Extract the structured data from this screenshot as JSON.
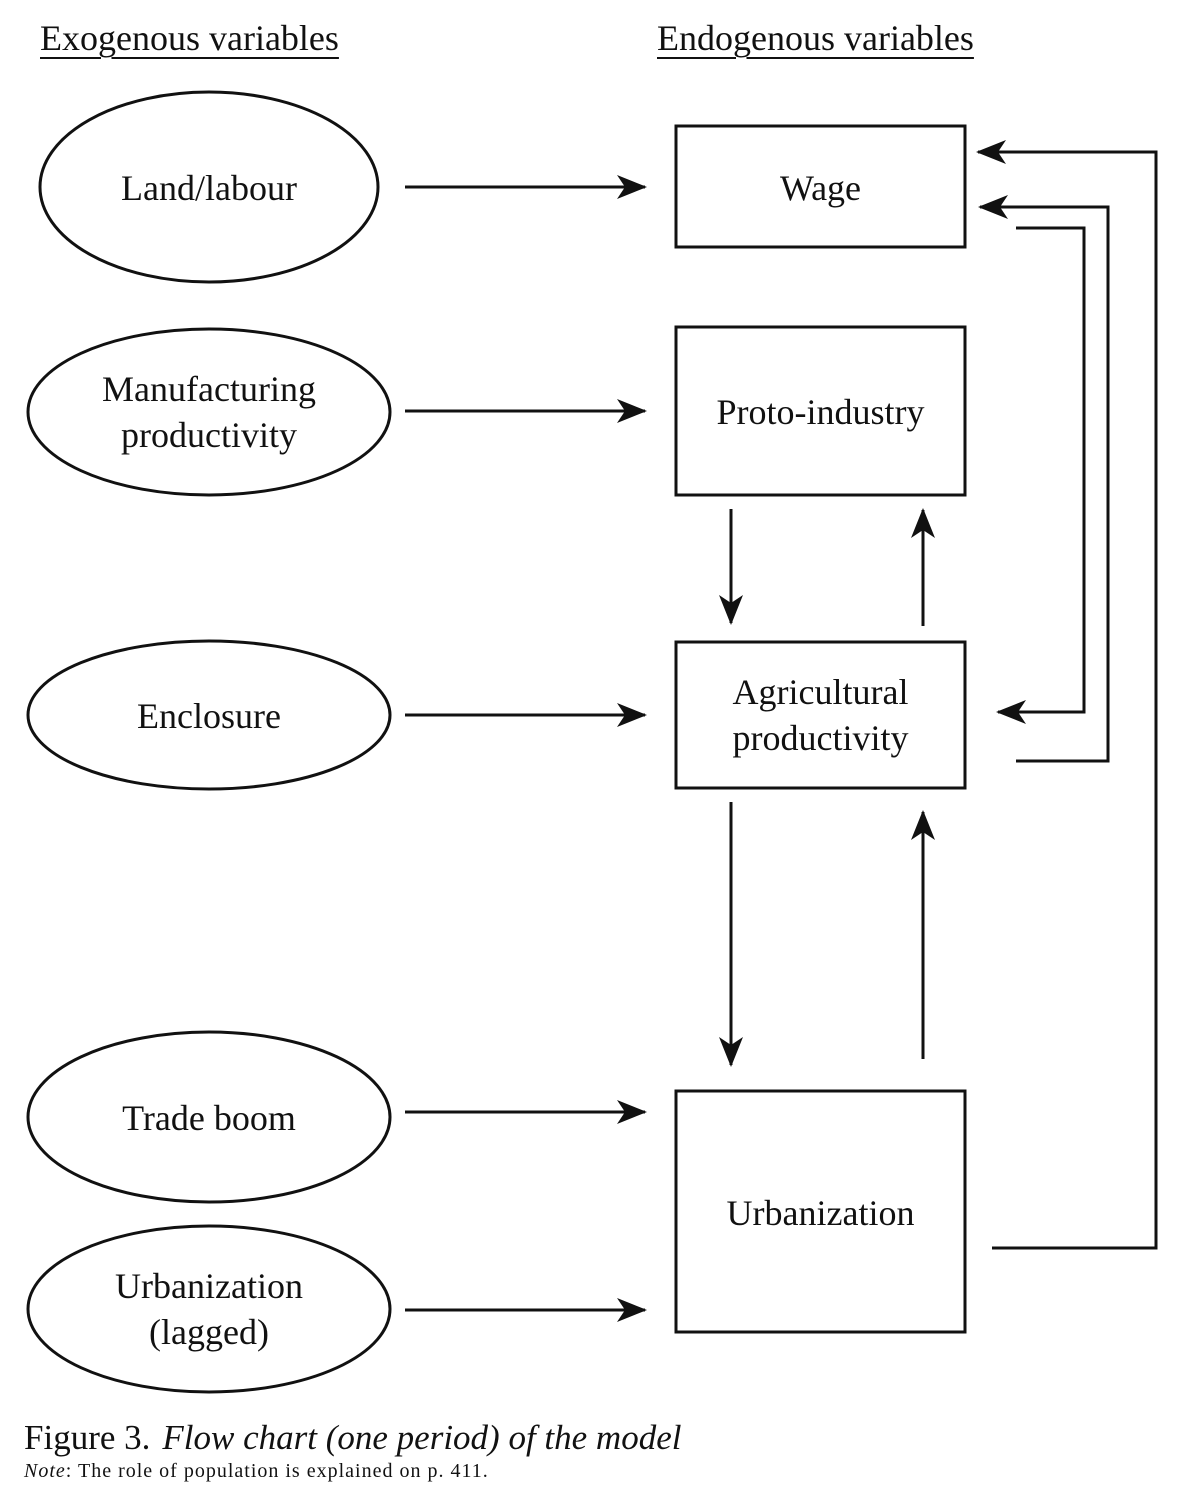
{
  "headers": {
    "exogenous": "Exogenous variables",
    "endogenous": "Endogenous variables"
  },
  "exogenous_nodes": [
    {
      "id": "land-labour",
      "label": "Land/labour"
    },
    {
      "id": "manufacturing-productivity",
      "label": "Manufacturing\nproductivity"
    },
    {
      "id": "enclosure",
      "label": "Enclosure"
    },
    {
      "id": "trade-boom",
      "label": "Trade boom"
    },
    {
      "id": "urbanization-lagged",
      "label": "Urbanization\n(lagged)"
    }
  ],
  "endogenous_nodes": [
    {
      "id": "wage",
      "label": "Wage"
    },
    {
      "id": "proto-industry",
      "label": "Proto-industry"
    },
    {
      "id": "agricultural-productivity",
      "label": "Agricultural\nproductivity"
    },
    {
      "id": "urbanization",
      "label": "Urbanization"
    }
  ],
  "edges": [
    {
      "from": "land-labour",
      "to": "wage"
    },
    {
      "from": "manufacturing-productivity",
      "to": "proto-industry"
    },
    {
      "from": "enclosure",
      "to": "agricultural-productivity"
    },
    {
      "from": "trade-boom",
      "to": "urbanization"
    },
    {
      "from": "urbanization-lagged",
      "to": "urbanization"
    },
    {
      "from": "proto-industry",
      "to": "agricultural-productivity"
    },
    {
      "from": "agricultural-productivity",
      "to": "proto-industry"
    },
    {
      "from": "agricultural-productivity",
      "to": "urbanization"
    },
    {
      "from": "urbanization",
      "to": "agricultural-productivity"
    },
    {
      "from": "wage",
      "to": "agricultural-productivity"
    },
    {
      "from": "agricultural-productivity",
      "to": "wage"
    },
    {
      "from": "urbanization",
      "to": "wage"
    }
  ],
  "caption": {
    "label": "Figure 3.",
    "title": "Flow chart (one period) of the model"
  },
  "note": {
    "label": "Note",
    "text": ": The role of population is explained on p. 411."
  }
}
